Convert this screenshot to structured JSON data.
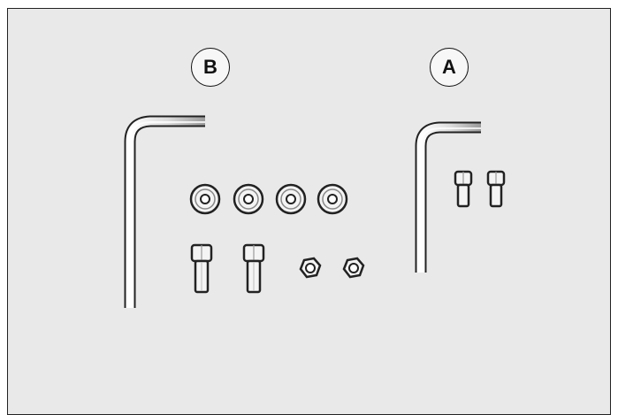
{
  "figure": {
    "callouts": [
      {
        "id": "B",
        "label": "B"
      },
      {
        "id": "A",
        "label": "A"
      }
    ],
    "kit_b": {
      "hex_key_count": 1,
      "washer_count": 4,
      "bolt_count": 2,
      "nut_count": 2
    },
    "kit_a": {
      "hex_key_count": 1,
      "bolt_count": 2
    },
    "colors": {
      "background": "#e9e9e9",
      "outline": "#222222",
      "part_fill": "#f4f4f4"
    }
  }
}
